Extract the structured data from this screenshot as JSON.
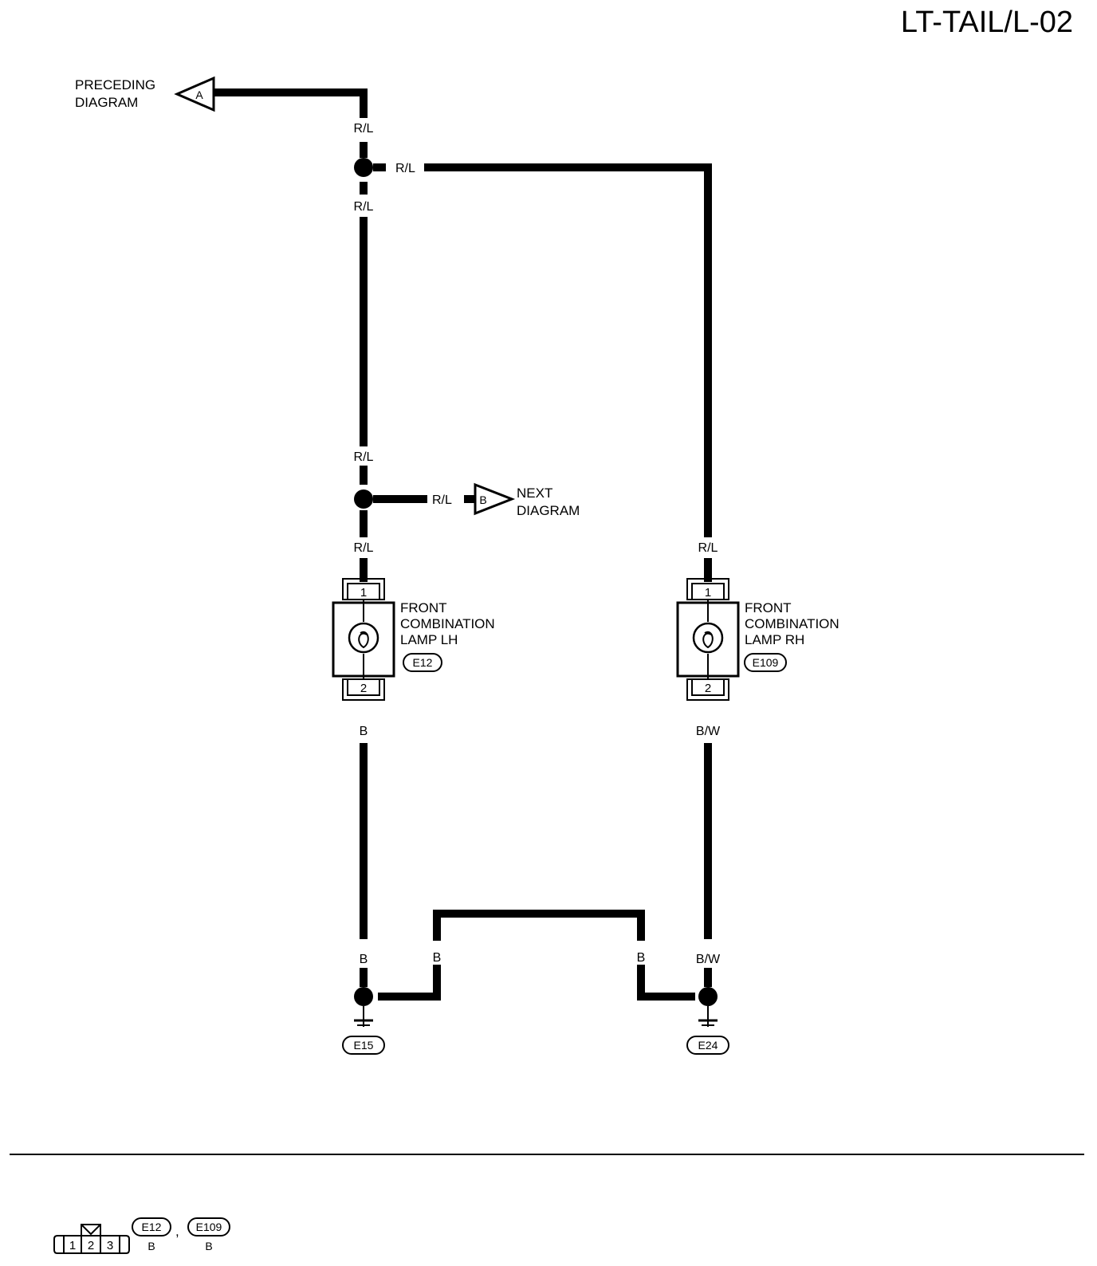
{
  "page_code": "LT-TAIL/L-02",
  "connector_ref_A": {
    "letter": "A",
    "line1": "PRECEDING",
    "line2": "DIAGRAM"
  },
  "connector_ref_B": {
    "letter": "B",
    "line1": "NEXT",
    "line2": "DIAGRAM"
  },
  "wire_colors": {
    "rl": "R/L",
    "b": "B",
    "bw": "B/W"
  },
  "lamp_lh": {
    "line1": "FRONT",
    "line2": "COMBINATION",
    "line3": "LAMP LH",
    "connector": "E12",
    "pin_top": "1",
    "pin_bottom": "2"
  },
  "lamp_rh": {
    "line1": "FRONT",
    "line2": "COMBINATION",
    "line3": "LAMP RH",
    "connector": "E109",
    "pin_top": "1",
    "pin_bottom": "2"
  },
  "grounds": {
    "left": "E15",
    "right": "E24"
  },
  "connector_legend": {
    "pins": [
      "1",
      "2",
      "3"
    ],
    "connectors": [
      {
        "id": "E12",
        "color": "B"
      },
      {
        "id": "E109",
        "color": "B"
      }
    ],
    "separator": ","
  }
}
